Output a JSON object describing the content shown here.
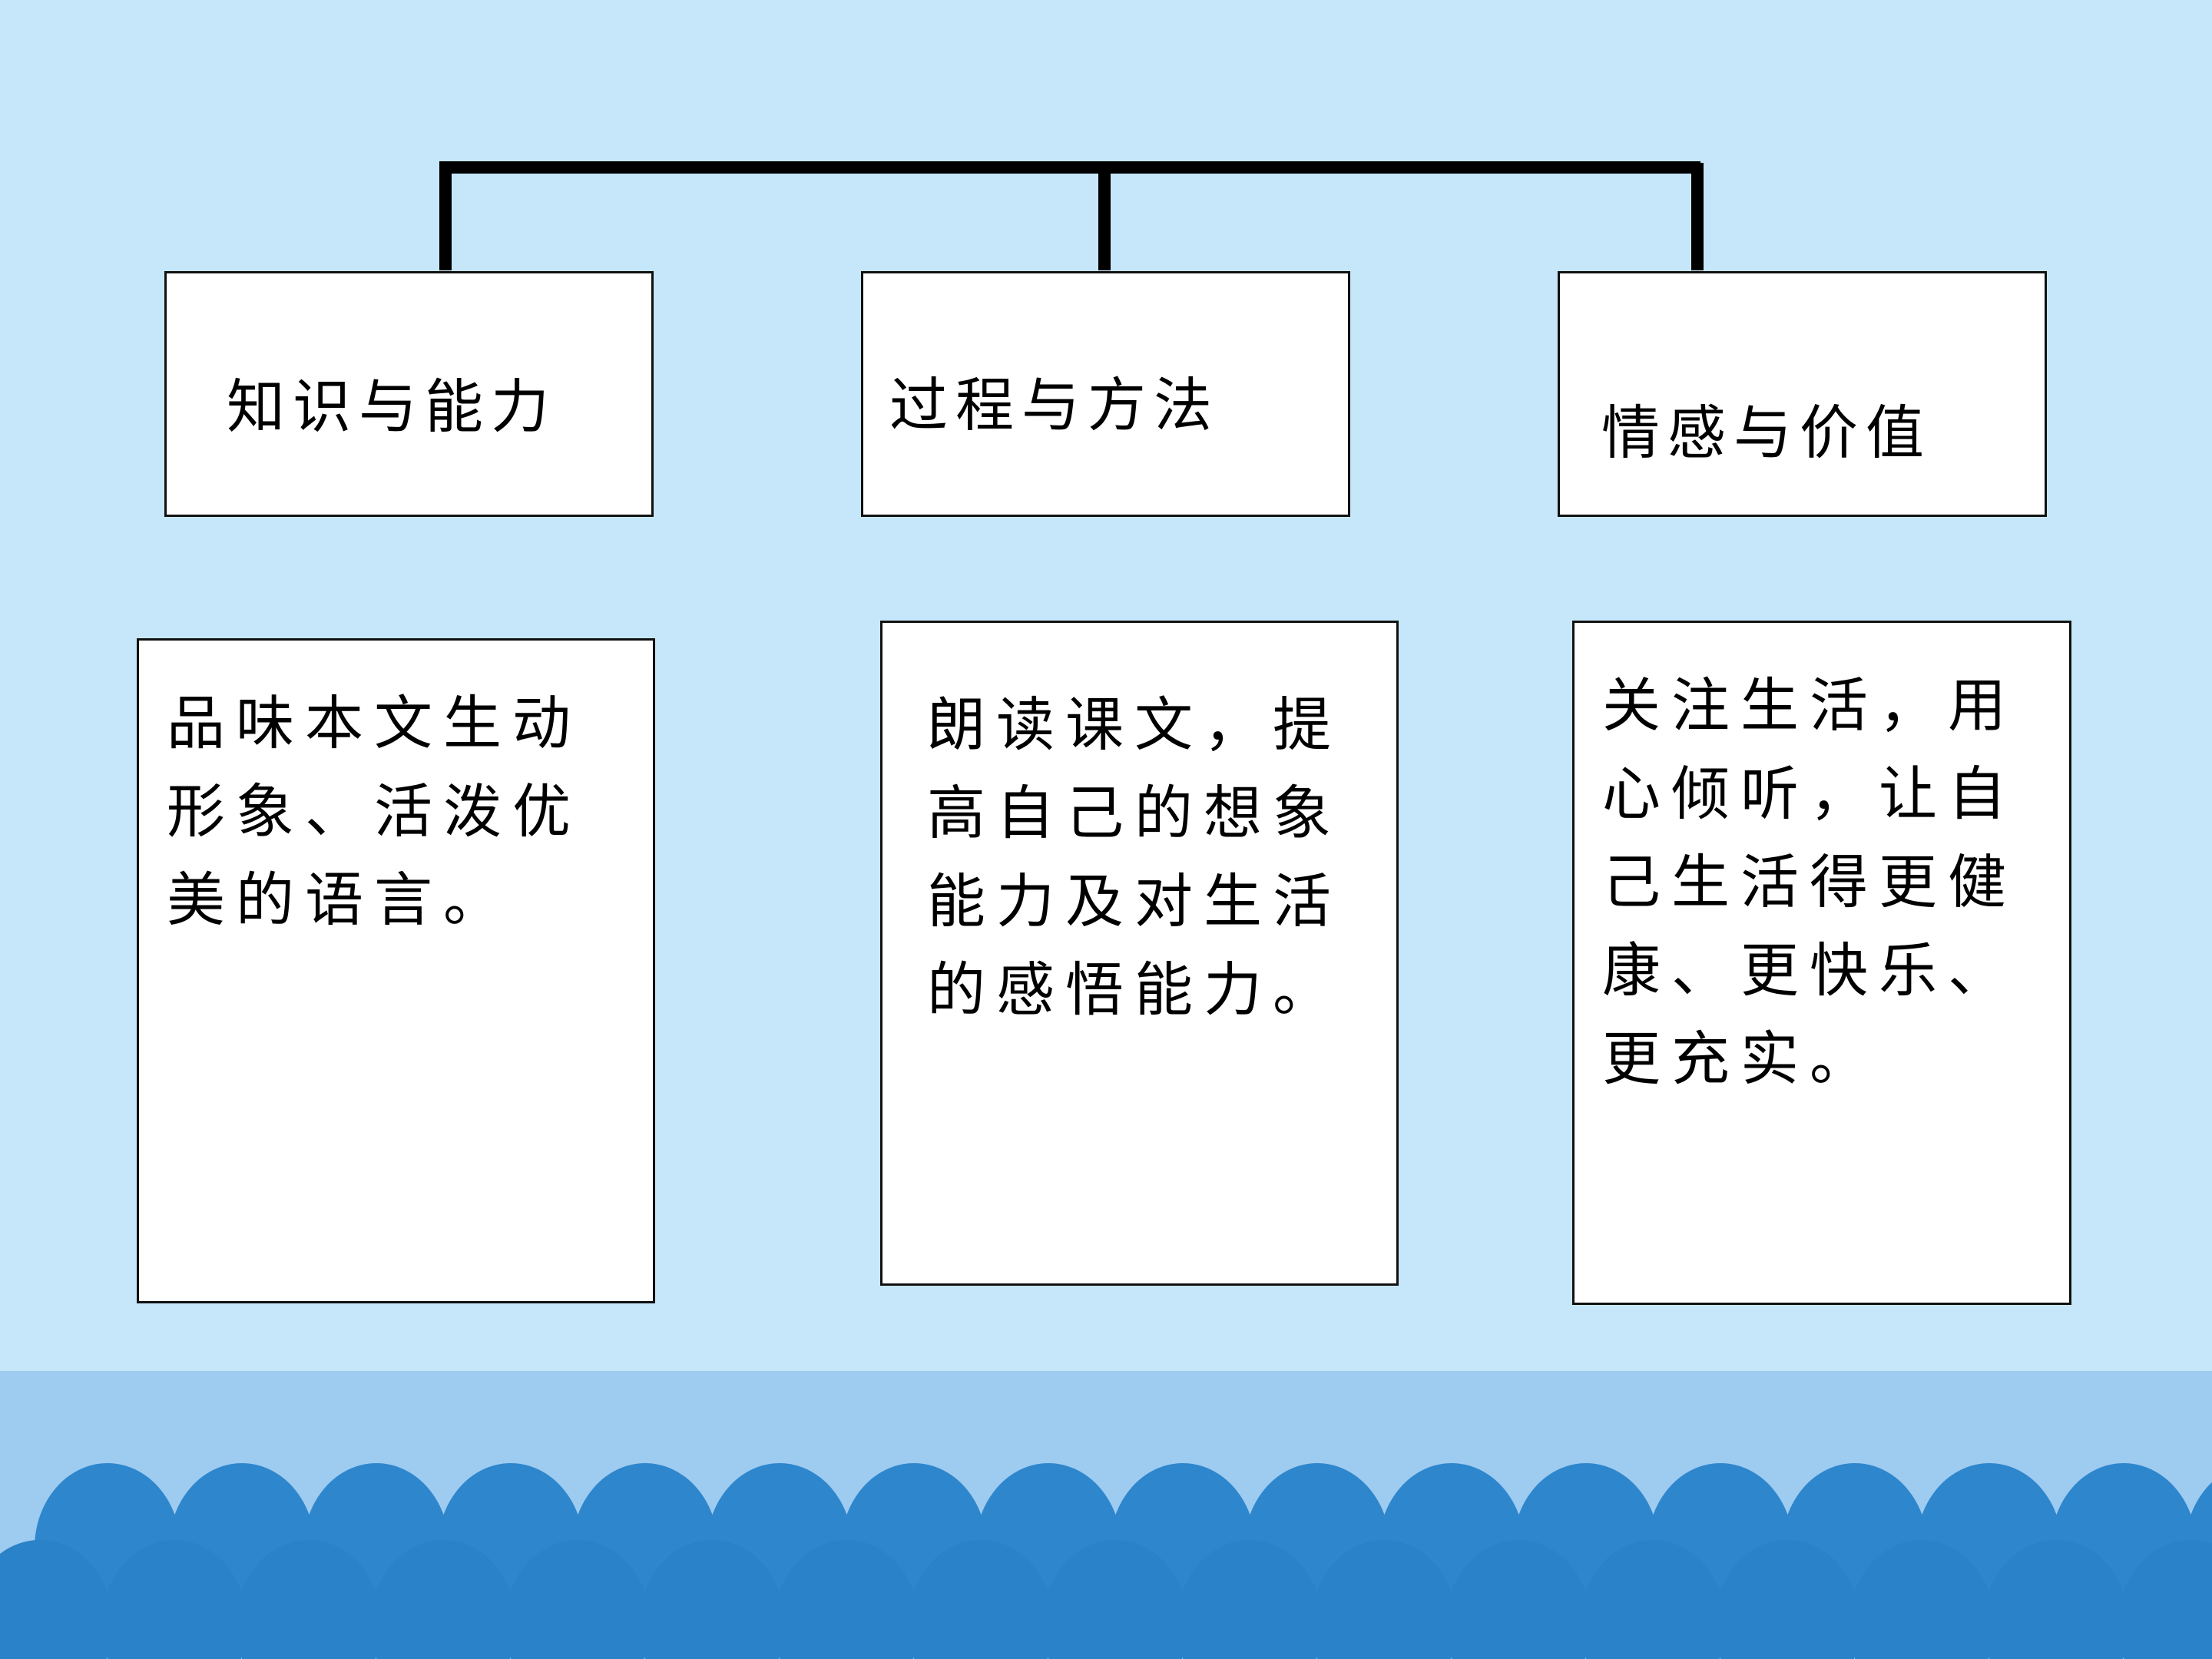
{
  "diagram": {
    "headings": [
      {
        "label": "知识与能力"
      },
      {
        "label": "过程与方法"
      },
      {
        "label": "情感与价值"
      }
    ],
    "descriptions": [
      {
        "lines": [
          "品味本文生动",
          "形象、活泼优",
          "美的语言。"
        ]
      },
      {
        "lines": [
          "朗读课文，提",
          "高自己的想象",
          "能力及对生活",
          "的感悟能力。"
        ]
      },
      {
        "lines": [
          "关注生活，用",
          "心倾听，让自",
          "己生活得更健",
          "康、更快乐、",
          "更充实。"
        ]
      }
    ]
  },
  "colors": {
    "background": "#c6e7f9",
    "bottom_band": "#9ecbf0",
    "waves": "#2e86cc",
    "border": "#111111"
  }
}
